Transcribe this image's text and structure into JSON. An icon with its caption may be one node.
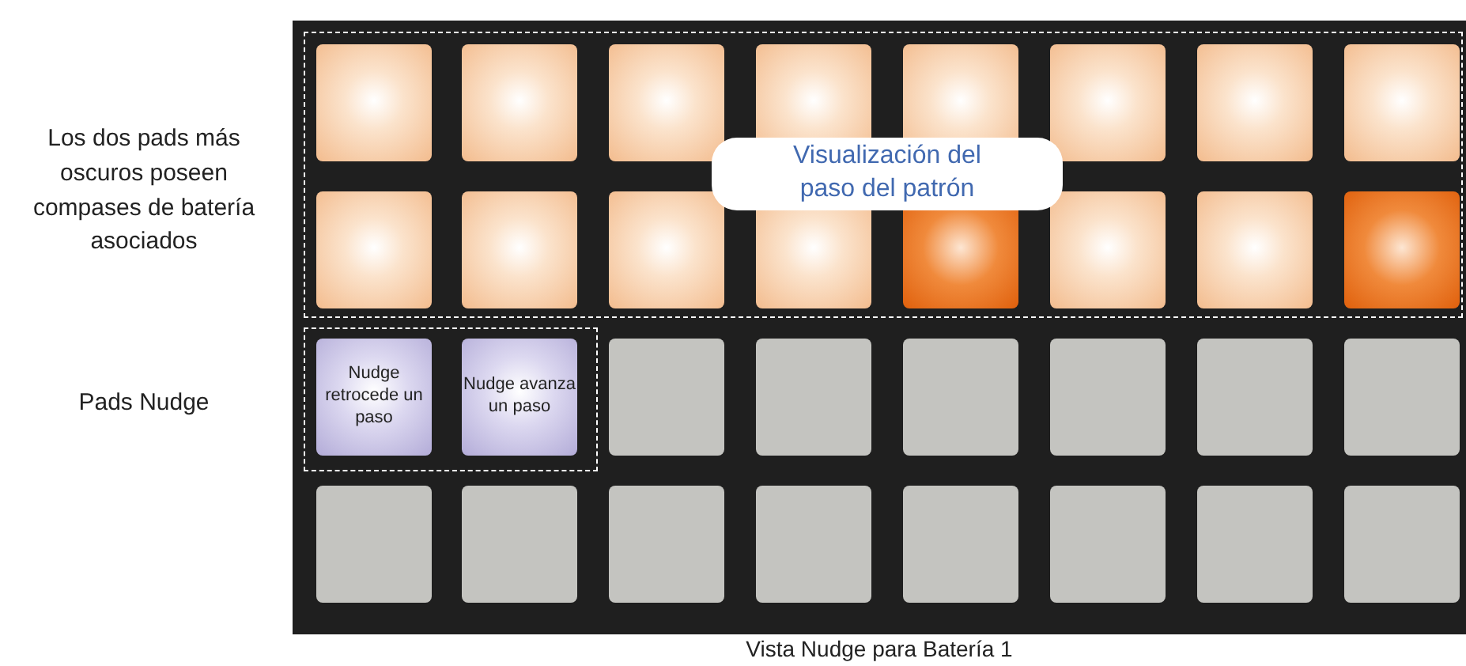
{
  "diagram": {
    "caption": "Vista Nudge para Batería 1",
    "nodes": [
      {
        "text": [],
        "shape": "box"
      },
      {
        "text": [],
        "shape": "box"
      },
      {
        "text": [],
        "shape": "box"
      },
      {
        "text": [],
        "shape": "box"
      },
      {
        "text": [],
        "shape": "box"
      },
      {
        "text": [],
        "shape": "box"
      },
      {
        "text": [],
        "shape": "box"
      },
      {
        "text": [],
        "shape": "box"
      },
      {
        "text": [
          "Visualización del paso del patrón"
        ]
      },
      {
        "text": [],
        "shape": "box"
      },
      {
        "text": [],
        "shape": "box"
      },
      {
        "text": [],
        "shape": "box"
      },
      {
        "text": [],
        "shape": "box"
      },
      {
        "text": [],
        "shape": "box"
      },
      {
        "text": [],
        "shape": "box"
      },
      {
        "text": [],
        "shape": "box"
      },
      {
        "text": [],
        "shape": "box"
      },
      {
        "text": [
          "Nudge retrocede un paso"
        ]
      },
      {
        "text": [
          "Nudge avanza un paso"
        ]
      },
      {
        "text": [],
        "shape": "box"
      },
      {
        "text": [],
        "shape": "box"
      },
      {
        "text": [],
        "shape": "box"
      },
      {
        "text": [],
        "shape": "box"
      },
      {
        "text": [],
        "shape": "box"
      },
      {
        "text": [],
        "shape": "box"
      },
      {
        "text": [],
        "shape": "box"
      },
      {
        "text": [],
        "shape": "box"
      },
      {
        "text": [],
        "shape": "box"
      },
      {
        "text": [],
        "shape": "box"
      },
      {
        "text": [],
        "shape": "box"
      },
      {
        "text": [],
        "shape": "box"
      },
      {
        "text": [],
        "shape": "box"
      },
      {
        "text": [],
        "shape": "box"
      }
    ],
    "labels": [
      "Los dos pads más oscuros poseen compases de batería asociados",
      "Pads Nudge"
    ]
  }
}
